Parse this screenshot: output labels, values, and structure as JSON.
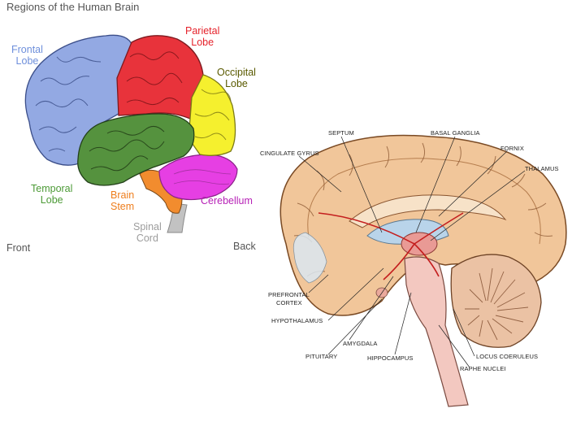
{
  "left_diagram": {
    "title": "Regions of the Human Brain",
    "labels": {
      "frontal": [
        "Frontal",
        "Lobe"
      ],
      "parietal": [
        "Parietal",
        "Lobe"
      ],
      "occipital": [
        "Occipital",
        "Lobe"
      ],
      "temporal": [
        "Temporal",
        "Lobe"
      ],
      "brain_stem": [
        "Brain",
        "Stem"
      ],
      "cerebellum": "Cerebellum",
      "spinal_cord": [
        "Spinal",
        "Cord"
      ],
      "front": "Front",
      "back": "Back"
    },
    "colors": {
      "frontal": "#8fa6e0",
      "parietal": "#e8303a",
      "occipital": "#f4ef2a",
      "temporal": "#4f8c3a",
      "brain_stem": "#f08a2c",
      "cerebellum": "#e23de0",
      "spinal_cord": "#b7b7b7"
    }
  },
  "right_diagram": {
    "labels": {
      "septum": "SEPTUM",
      "basal_ganglia": "BASAL GANGLIA",
      "fornix": "FORNIX",
      "thalamus": "THALAMUS",
      "cingulate_gyrus": "CINGULATE GYRUS",
      "prefrontal_cortex": [
        "PREFRONTAL",
        "CORTEX"
      ],
      "hypothalamus": "HYPOTHALAMUS",
      "amygdala": "AMYGDALA",
      "pituitary": "PITUITARY",
      "hippocampus": "HIPPOCAMPUS",
      "locus_coeruleus": "LOCUS COERULEUS",
      "raphe_nuclei": "RAPHE NUCLEI"
    }
  }
}
